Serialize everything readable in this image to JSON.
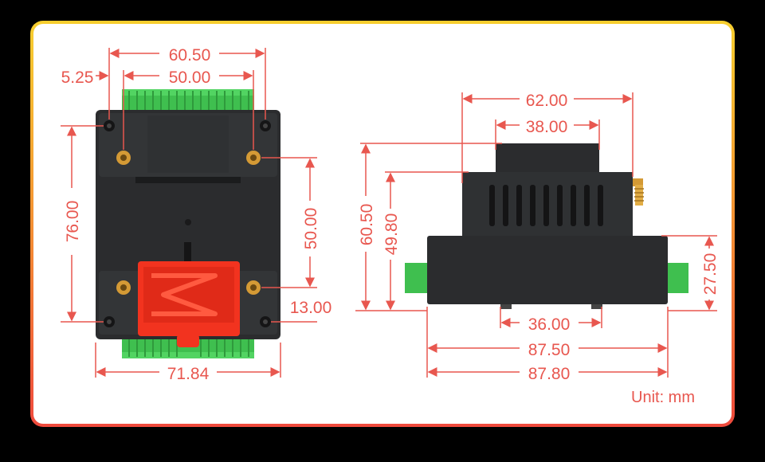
{
  "colors": {
    "dimension": "#e8574f",
    "enclosure": "#2b2c2e",
    "terminal": "#3fbf4f",
    "latch": "#f2331f",
    "brass": "#d49a35"
  },
  "dims": {
    "d_60_50_top": "60.50",
    "d_5_25": "5.25",
    "d_50_00_top": "50.00",
    "d_76_00": "76.00",
    "d_50_00_side": "50.00",
    "d_13_00": "13.00",
    "d_71_84": "71.84",
    "d_62_00": "62.00",
    "d_38_00": "38.00",
    "d_60_50_left": "60.50",
    "d_49_80": "49.80",
    "d_27_50": "27.50",
    "d_36_00": "36.00",
    "d_87_50": "87.50",
    "d_87_80": "87.80"
  },
  "unit_label": "Unit: mm"
}
